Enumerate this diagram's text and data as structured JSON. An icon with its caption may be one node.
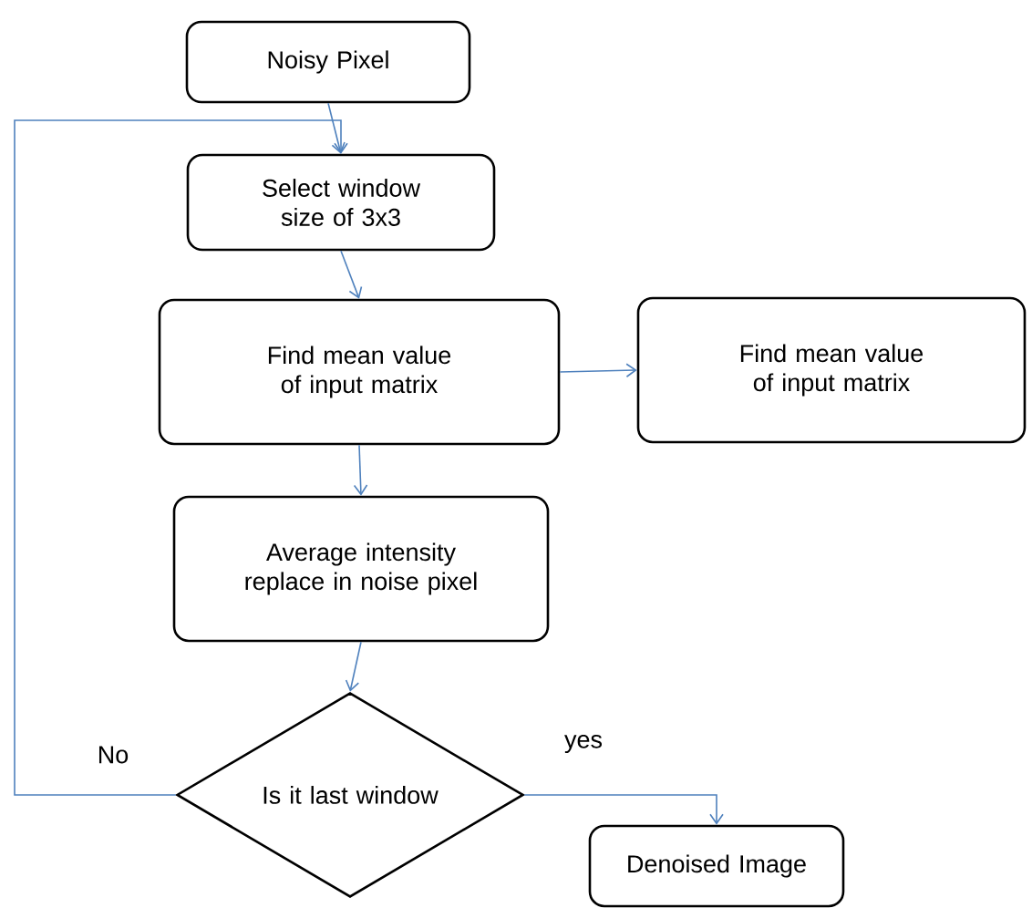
{
  "diagram": {
    "nodes": [
      {
        "text": [
          "Noisy Pixel"
        ]
      },
      {
        "text": [
          "Select window size of 3x3"
        ]
      },
      {
        "text": [
          "Find mean value of input matrix"
        ]
      },
      {
        "text": [
          "Find mean value of input matrix"
        ]
      },
      {
        "text": [
          "Average intensity replace in noise pixel"
        ]
      },
      {
        "text": [
          "Is it last window"
        ]
      },
      {
        "text": [
          "Denoised Image"
        ]
      }
    ],
    "edges": [
      {
        "from": 0,
        "to": 1,
        "arrow": "to"
      },
      {
        "from": 1,
        "to": 2,
        "arrow": "to"
      },
      {
        "from": 2,
        "to": 3,
        "arrow": "to"
      },
      {
        "from": 2,
        "to": 4,
        "arrow": "to"
      },
      {
        "from": 4,
        "to": 5,
        "arrow": "to"
      },
      {
        "from": 5,
        "to": 1,
        "arrow": "to",
        "label": "No"
      },
      {
        "from": 5,
        "to": 6,
        "arrow": "to",
        "label": "yes"
      }
    ]
  }
}
